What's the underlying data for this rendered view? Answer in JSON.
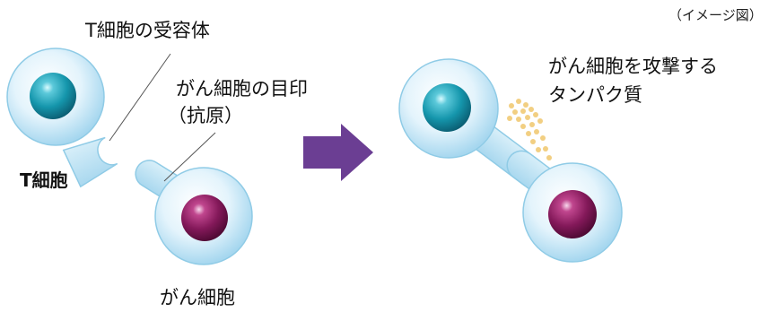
{
  "note": "（イメージ図）",
  "labels": {
    "t_cell_receptor": "T細胞の受容体",
    "cancer_marker_line1": "がん細胞の目印",
    "cancer_marker_line2": "（抗原）",
    "t_cell": "T細胞",
    "cancer_cell": "がん細胞",
    "attack_protein_line1": "がん細胞を攻撃する",
    "attack_protein_line2": "タンパク質"
  },
  "colors": {
    "t_cell_nucleus": "#1f9fb4",
    "cancer_cell_nucleus": "#8a1f5f",
    "cell_membrane": "#bfe3f5",
    "arrow": "#6b3e93",
    "protein_dots": "#f2cf82",
    "leader_lines": "#555555"
  }
}
